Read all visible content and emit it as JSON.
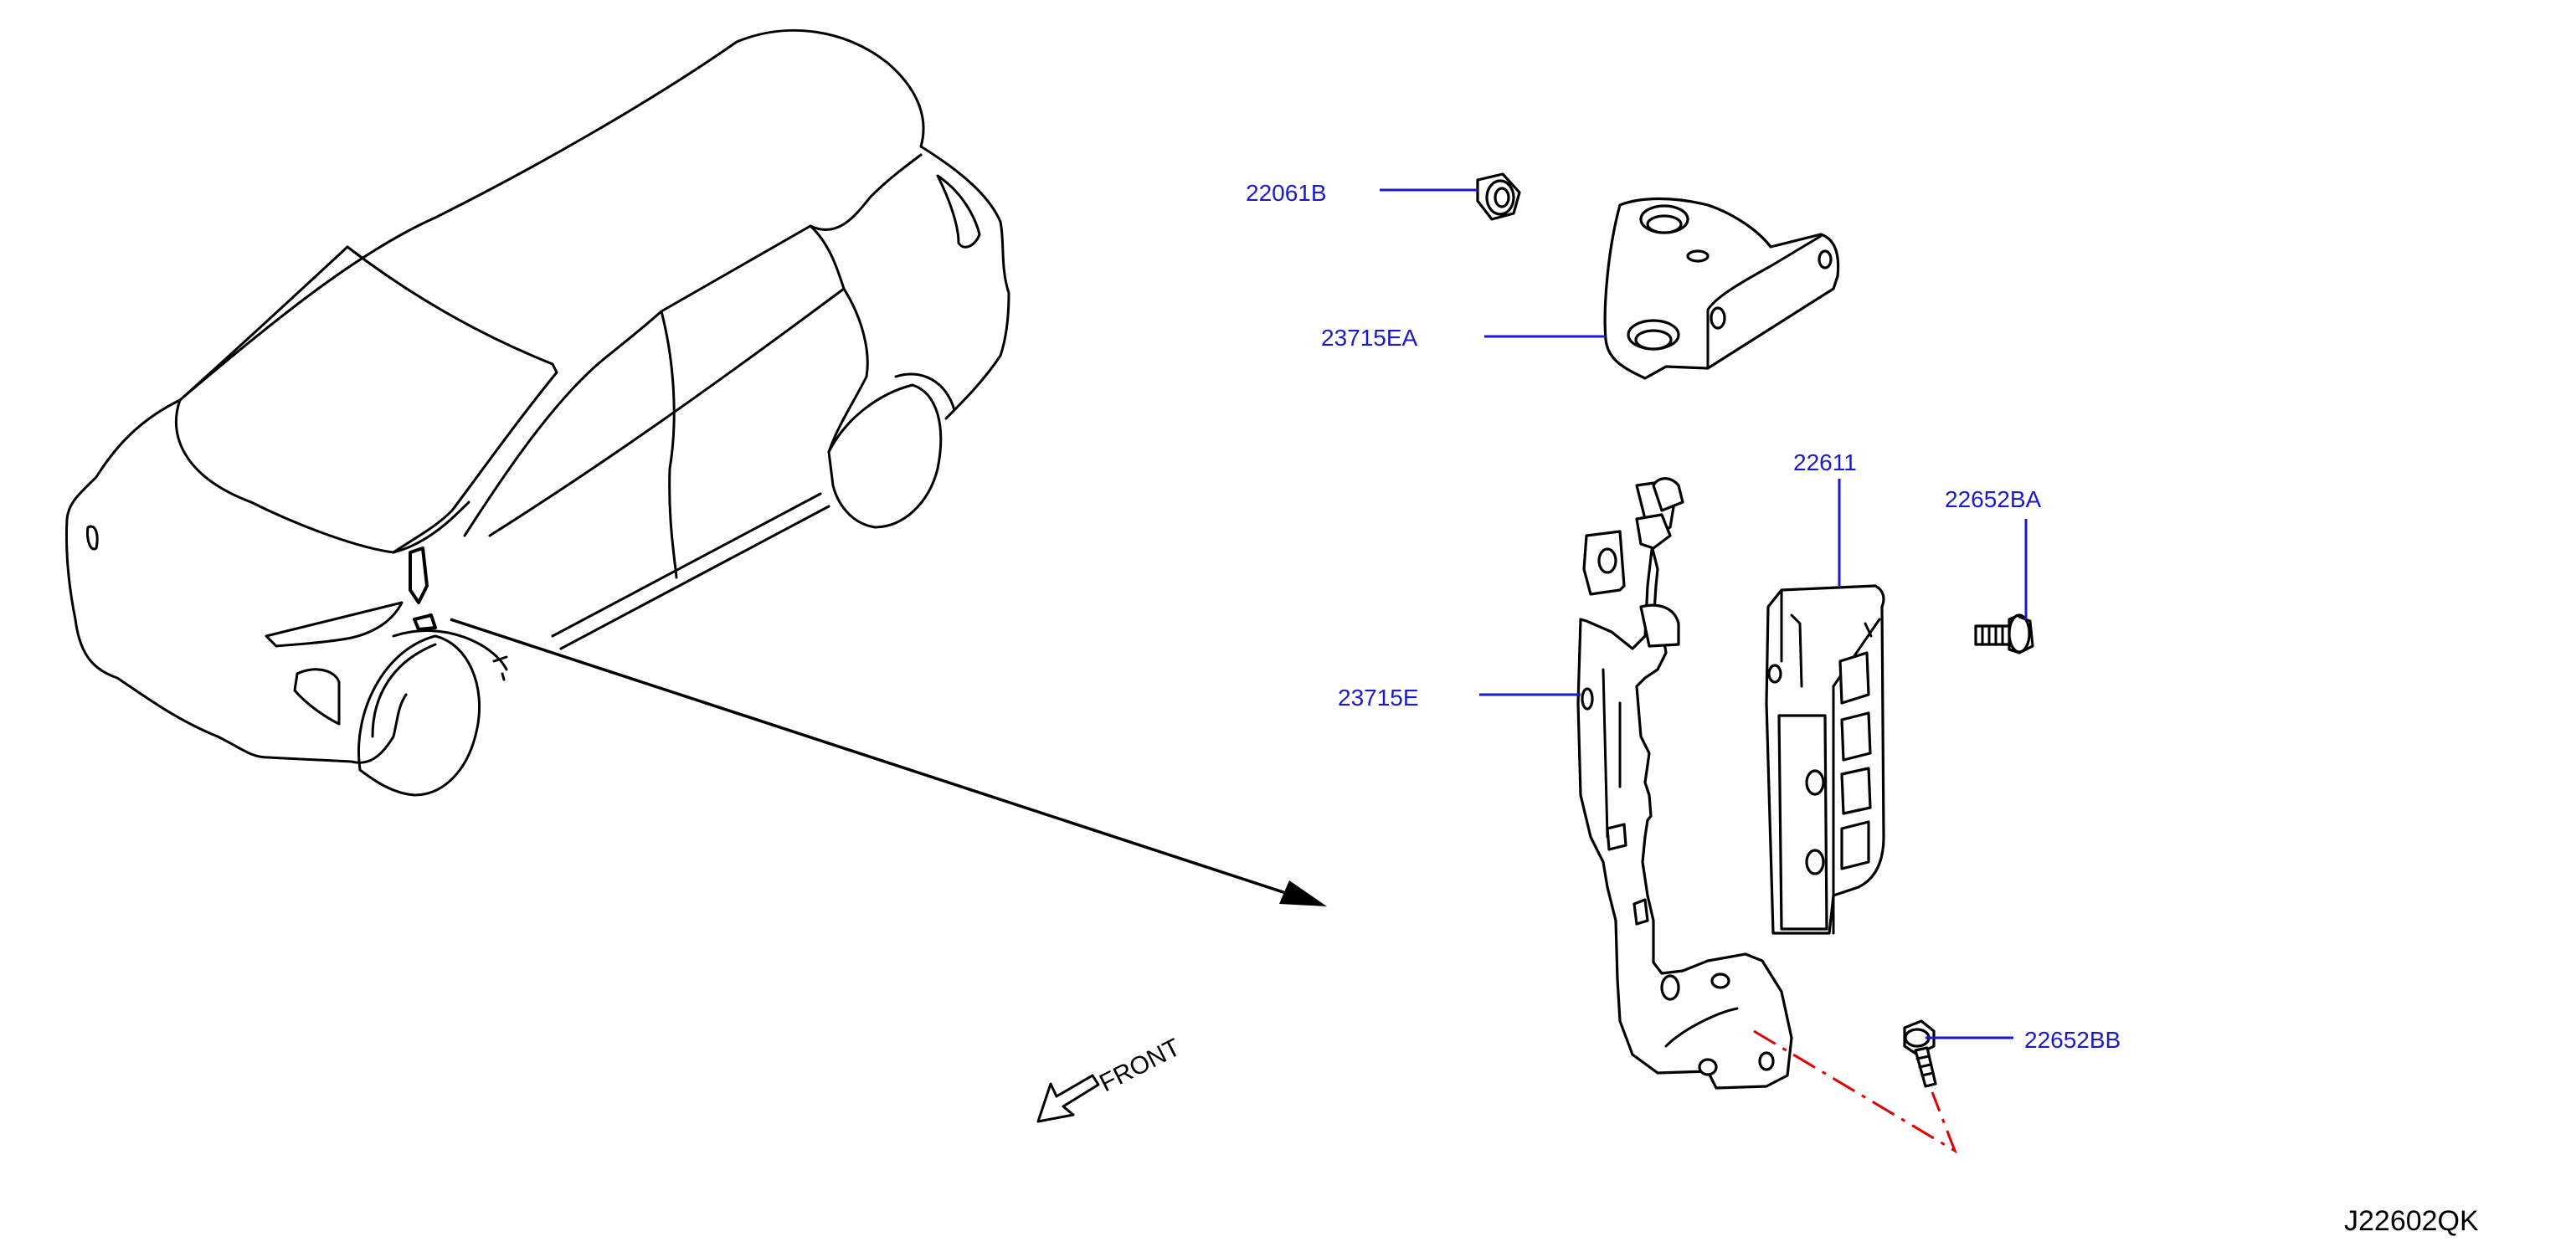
{
  "callouts": {
    "nut": {
      "part_number": "22061B"
    },
    "upper_bracket": {
      "part_number": "23715EA"
    },
    "sensor": {
      "part_number": "22611"
    },
    "bolt_upper": {
      "part_number": "22652BA"
    },
    "main_bracket": {
      "part_number": "23715E"
    },
    "bolt_lower": {
      "part_number": "22652BB"
    }
  },
  "direction_indicator": {
    "label": "FRONT"
  },
  "diagram_code": "J22602QK",
  "colors": {
    "callout": "#1a1acc",
    "assembly_hint": "#e00000",
    "linework": "#000000"
  }
}
